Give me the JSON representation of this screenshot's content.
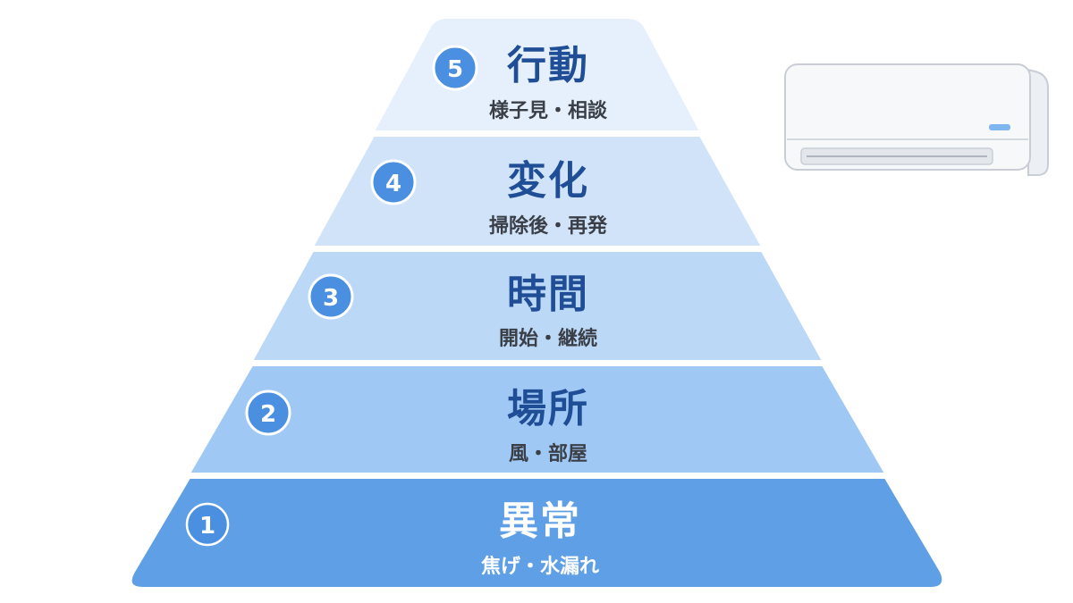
{
  "colors": {
    "band_fills": [
      "#5f9fe6",
      "#a0c8f4",
      "#bcd8f7",
      "#d0e3f9",
      "#e6f0fc"
    ],
    "title_dark": "#1f4e96",
    "title_light": "#ffffff",
    "sub_dark": "#3a3f47",
    "sub_light": "#ffffff",
    "badge_fill": "#4a8fe0",
    "badge_ring": "#ffffff",
    "band_border": "#ffffff",
    "ac_body": "#f7f8fa",
    "ac_outline": "#c9ced6",
    "ac_indicator": "#7fb6f0"
  },
  "levels": [
    {
      "number": "1",
      "title": "異常",
      "subtitle": "焦げ・水漏れ",
      "badge_style": "outline"
    },
    {
      "number": "2",
      "title": "場所",
      "subtitle": "風・部屋",
      "badge_style": "filled"
    },
    {
      "number": "3",
      "title": "時間",
      "subtitle": "開始・継続",
      "badge_style": "filled"
    },
    {
      "number": "4",
      "title": "変化",
      "subtitle": "掃除後・再発",
      "badge_style": "filled"
    },
    {
      "number": "5",
      "title": "行動",
      "subtitle": "様子見・相談",
      "badge_style": "filled"
    }
  ],
  "illustration": {
    "icon": "air-conditioner-icon"
  }
}
